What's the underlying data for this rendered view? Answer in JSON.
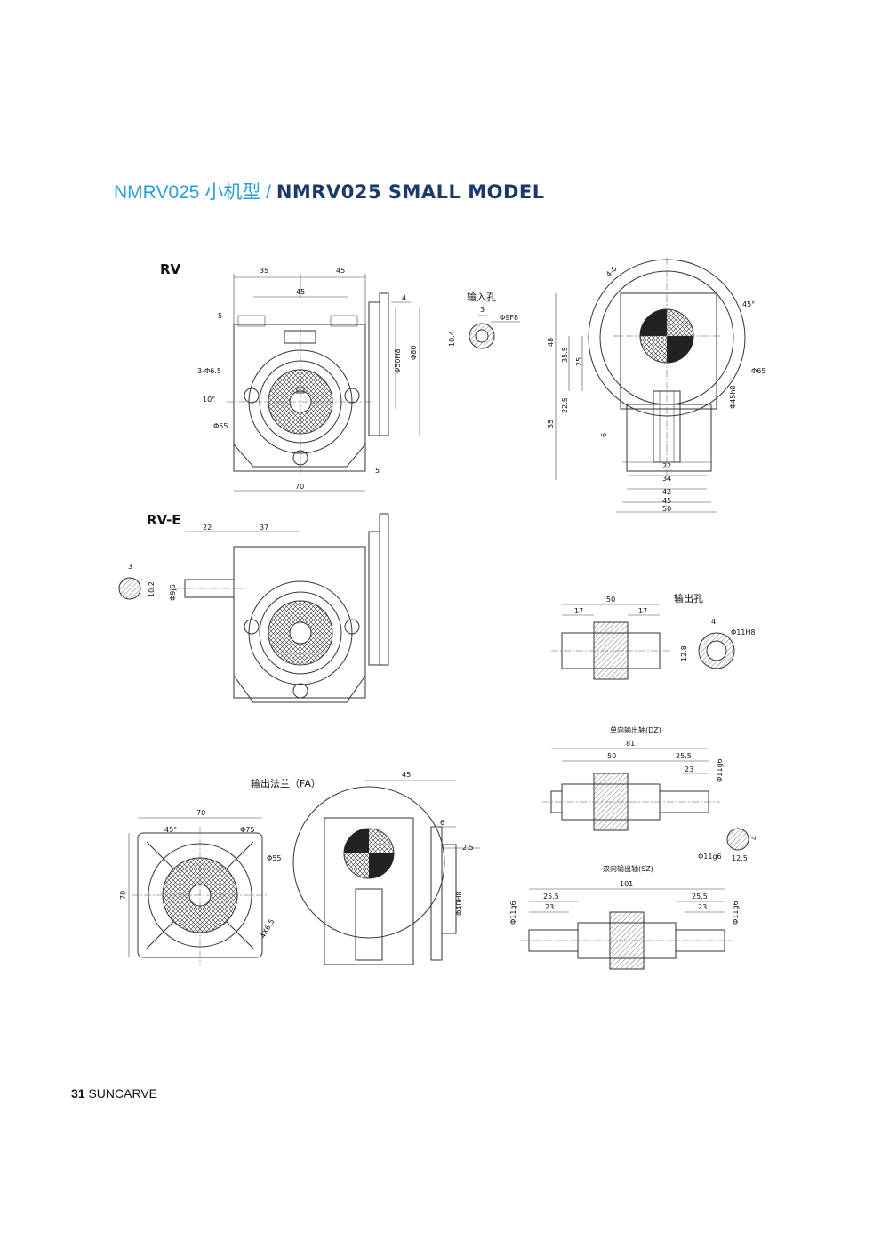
{
  "title": {
    "cn": "NMRV025 小机型 / ",
    "en": "NMRV025 SMALL MODEL"
  },
  "footer": {
    "page": "31",
    "brand": "SUNCARVE"
  },
  "views": {
    "rv": {
      "label": "RV",
      "input_hole": "输入孔",
      "dims": [
        "35",
        "45",
        "45",
        "4",
        "5",
        "3-Φ6.5",
        "10°",
        "Φ55",
        "Φ50H8",
        "Φ80",
        "5",
        "70",
        "3",
        "Φ9F8",
        "10.4"
      ]
    },
    "side": {
      "dims": [
        "4-6",
        "45°",
        "48",
        "35.5",
        "25",
        "22.5",
        "35",
        "6",
        "Φ65",
        "Φ45h8",
        "22",
        "34",
        "42",
        "45",
        "50"
      ]
    },
    "rve": {
      "label": "RV-E",
      "dims": [
        "22",
        "37",
        "3",
        "10.2",
        "Φ9j6"
      ]
    },
    "output_hole": {
      "label": "输出孔",
      "dims": [
        "50",
        "17",
        "17",
        "4",
        "Φ11H8",
        "12.8"
      ]
    },
    "dz": {
      "label": "单向输出轴(DZ)",
      "dims": [
        "81",
        "50",
        "25.5",
        "23",
        "Φ11g6",
        "Φ11g6",
        "4",
        "12.5"
      ]
    },
    "fa": {
      "label": "输出法兰（FA）",
      "dims": [
        "70",
        "45°",
        "Φ75",
        "Φ55",
        "70",
        "4X6.5",
        "45",
        "6",
        "2.5",
        "Φ40H8"
      ]
    },
    "sz": {
      "label": "双向输出轴(SZ)",
      "dims": [
        "101",
        "25.5",
        "23",
        "25.5",
        "23",
        "Φ11g6",
        "Φ11g6"
      ]
    }
  }
}
